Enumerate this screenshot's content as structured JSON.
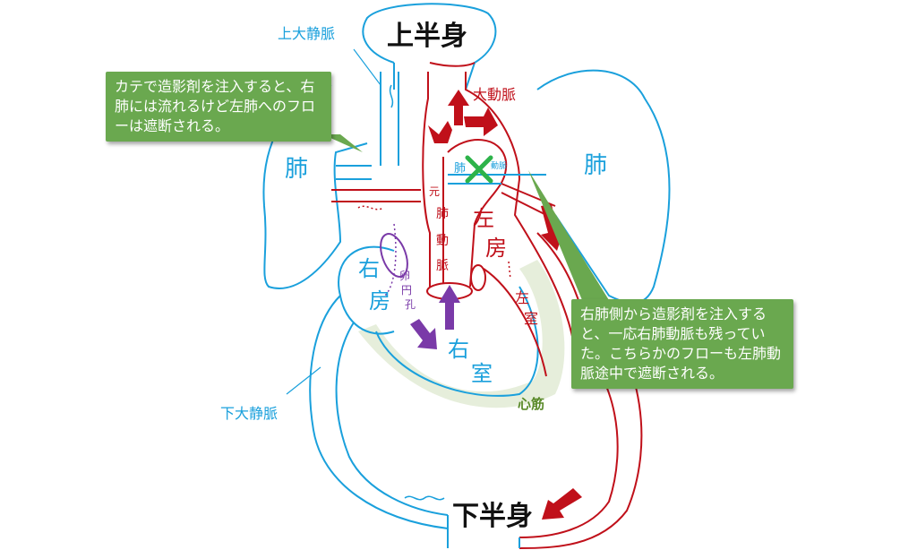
{
  "regions": {
    "upper_body": "上半身",
    "lower_body": "下半身",
    "lung_left": "肺",
    "lung_right": "肺"
  },
  "vessels": {
    "svc": "上大静脈",
    "ivc": "下大静脈",
    "aorta": "大動脈",
    "pulmonary_small": "肺",
    "pulmonary_tiny": "動脈",
    "main_pa_chars": [
      "元",
      "肺",
      "動",
      "脈"
    ]
  },
  "chambers": {
    "la": [
      "左",
      "房"
    ],
    "ra": [
      "右",
      "房"
    ],
    "lv": [
      "左",
      "室"
    ],
    "rv": [
      "右",
      "室"
    ],
    "foramen": [
      "卵",
      "円",
      "孔"
    ],
    "myocardium": "心筋"
  },
  "callouts": {
    "left": "カテで造影剤を注入すると、右肺には流れるけど左肺へのフローは遮断される。",
    "right": "右肺側から造影剤を注入すると、一応右肺動脈も残っていた。こちらかのフローも左肺動脈途中で遮断される。"
  },
  "colors": {
    "blue": "#1aa0dc",
    "red": "#c0101a",
    "purple": "#7a3aa8",
    "green_callout": "#6aa84f",
    "green_x": "#2db34a",
    "myocardium_fill": "#e6eedb"
  }
}
